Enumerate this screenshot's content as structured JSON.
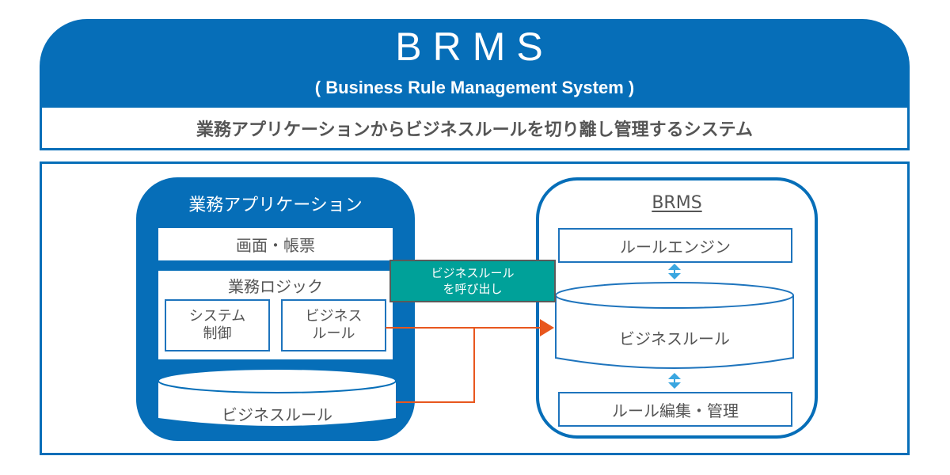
{
  "header": {
    "title": "BRMS",
    "subtitle": "( Business Rule Management System )",
    "tagline": "業務アプリケーションからビジネスルールを切り離し管理するシステム"
  },
  "app": {
    "title": "業務アプリケーション",
    "screen_label": "画面・帳票",
    "logic_title": "業務ロジック",
    "system_control": "システム\n制御",
    "business_rule_box": "ビジネス\nルール",
    "db_label": "ビジネスルール"
  },
  "callout": {
    "line1": "ビジネスルール",
    "line2": "を呼び出し"
  },
  "brms": {
    "title": "BRMS",
    "rule_engine": "ルールエンジン",
    "db_label": "ビジネスルール",
    "rule_edit": "ルール編集・管理"
  },
  "colors": {
    "primary_blue": "#066eb8",
    "callout_teal": "#00a199",
    "arrow_orange": "#e8571e",
    "bidir_arrow": "#3aa6e0",
    "text_gray": "#555555"
  }
}
